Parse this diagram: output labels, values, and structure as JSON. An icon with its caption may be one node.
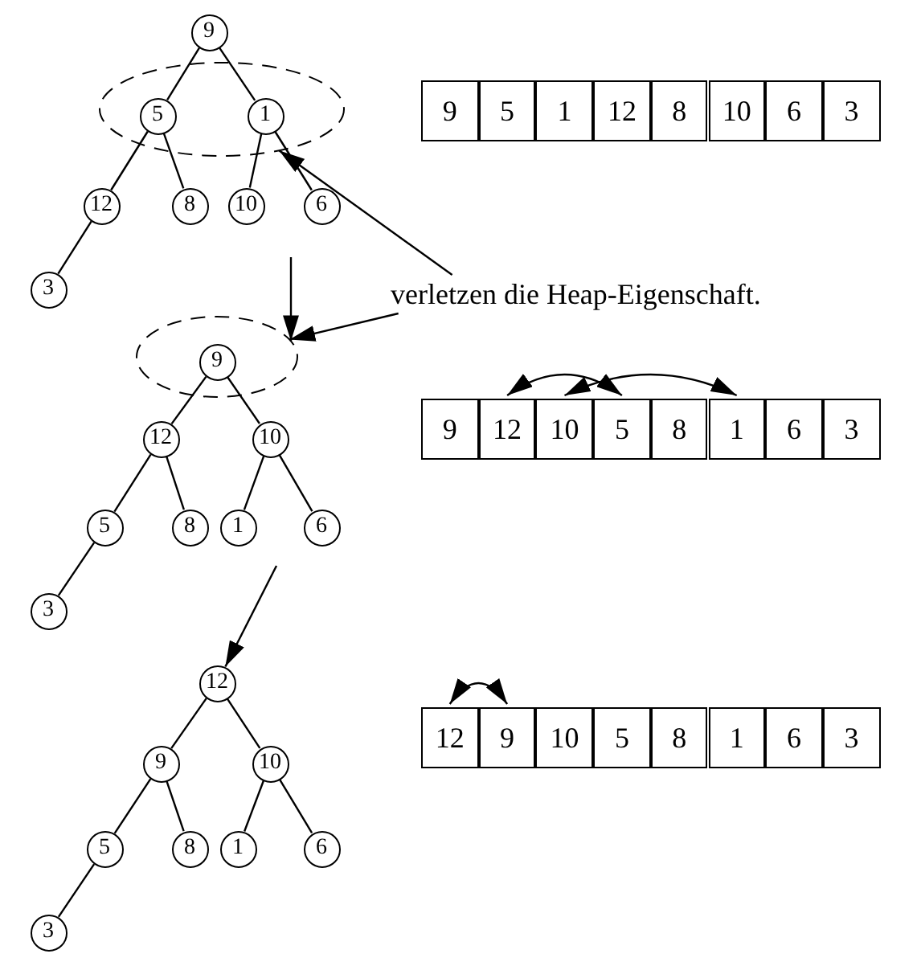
{
  "diagram": {
    "nodes": [
      {
        "text": [
          "9"
        ]
      },
      {
        "text": [],
        "shape": "ellipse"
      },
      {
        "text": [
          "5"
        ],
        "in": 1
      },
      {
        "text": [
          "1"
        ],
        "in": 1
      },
      {
        "text": [
          "12"
        ]
      },
      {
        "text": [
          "8"
        ]
      },
      {
        "text": [
          "10"
        ]
      },
      {
        "text": [
          "6"
        ]
      },
      {
        "text": [
          "3"
        ]
      },
      {
        "text": [
          "9"
        ]
      },
      {
        "text": [
          "5"
        ]
      },
      {
        "text": [
          "1"
        ]
      },
      {
        "text": [
          "12"
        ]
      },
      {
        "text": [
          "8"
        ]
      },
      {
        "text": [
          "10"
        ]
      },
      {
        "text": [
          "6"
        ]
      },
      {
        "text": [
          "3"
        ]
      },
      {
        "text": [
          "verletzen die Heap-Eigenschaft."
        ]
      },
      {
        "text": [],
        "shape": "ellipse"
      },
      {
        "text": [
          "9"
        ],
        "in": 18
      },
      {
        "text": [
          "12"
        ]
      },
      {
        "text": [
          "10"
        ]
      },
      {
        "text": [
          "5"
        ]
      },
      {
        "text": [
          "8"
        ]
      },
      {
        "text": [
          "1"
        ]
      },
      {
        "text": [
          "6"
        ]
      },
      {
        "text": [
          "3"
        ]
      },
      {
        "text": [
          "9"
        ]
      },
      {
        "text": [
          "12"
        ]
      },
      {
        "text": [
          "10"
        ]
      },
      {
        "text": [
          "5"
        ]
      },
      {
        "text": [
          "8"
        ]
      },
      {
        "text": [
          "1"
        ]
      },
      {
        "text": [
          "6"
        ]
      },
      {
        "text": [
          "3"
        ]
      },
      {
        "text": [
          "12"
        ]
      },
      {
        "text": [
          "9"
        ]
      },
      {
        "text": [
          "10"
        ]
      },
      {
        "text": [
          "5"
        ]
      },
      {
        "text": [
          "8"
        ]
      },
      {
        "text": [
          "1"
        ]
      },
      {
        "text": [
          "6"
        ]
      },
      {
        "text": [
          "3"
        ]
      },
      {
        "text": [
          "12"
        ]
      },
      {
        "text": [
          "9"
        ]
      },
      {
        "text": [
          "10"
        ]
      },
      {
        "text": [
          "5"
        ]
      },
      {
        "text": [
          "8"
        ]
      },
      {
        "text": [
          "1"
        ]
      },
      {
        "text": [
          "6"
        ]
      },
      {
        "text": [
          "3"
        ]
      }
    ],
    "edges": [
      {
        "from": 0,
        "to": 2,
        "arrow": "none"
      },
      {
        "from": 0,
        "to": 3,
        "arrow": "none"
      },
      {
        "from": 2,
        "to": 4,
        "arrow": "none"
      },
      {
        "from": 2,
        "to": 5,
        "arrow": "none"
      },
      {
        "from": 3,
        "to": 6,
        "arrow": "none"
      },
      {
        "from": 3,
        "to": 7,
        "arrow": "none"
      },
      {
        "from": 4,
        "to": 8,
        "arrow": "none"
      },
      {
        "from": 17,
        "to": 1,
        "arrow": "to"
      },
      {
        "from": 17,
        "to": 18,
        "arrow": "to"
      },
      {
        "from": null,
        "to": 18,
        "arrow": "to"
      },
      {
        "from": 19,
        "to": 20,
        "arrow": "none"
      },
      {
        "from": 19,
        "to": 21,
        "arrow": "none"
      },
      {
        "from": 20,
        "to": 22,
        "arrow": "none"
      },
      {
        "from": 20,
        "to": 23,
        "arrow": "none"
      },
      {
        "from": 21,
        "to": 24,
        "arrow": "none"
      },
      {
        "from": 21,
        "to": 25,
        "arrow": "none"
      },
      {
        "from": 22,
        "to": 26,
        "arrow": "none"
      },
      {
        "from": 28,
        "to": 30,
        "arrow": "both"
      },
      {
        "from": 29,
        "to": 32,
        "arrow": "both"
      },
      {
        "from": null,
        "to": 35,
        "arrow": "to"
      },
      {
        "from": 35,
        "to": 36,
        "arrow": "none"
      },
      {
        "from": 35,
        "to": 37,
        "arrow": "none"
      },
      {
        "from": 36,
        "to": 38,
        "arrow": "none"
      },
      {
        "from": 36,
        "to": 39,
        "arrow": "none"
      },
      {
        "from": 37,
        "to": 40,
        "arrow": "none"
      },
      {
        "from": 37,
        "to": 41,
        "arrow": "none"
      },
      {
        "from": 38,
        "to": 42,
        "arrow": "none"
      },
      {
        "from": 43,
        "to": 44,
        "arrow": "both"
      }
    ]
  }
}
